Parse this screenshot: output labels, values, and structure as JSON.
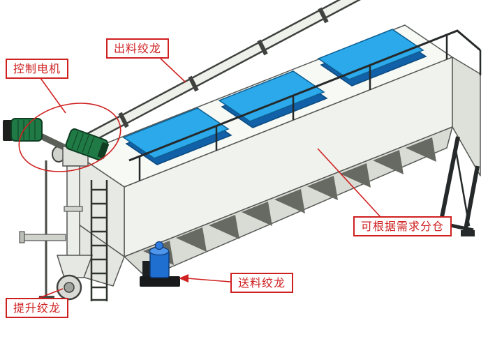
{
  "diagram": {
    "type": "technical-illustration",
    "subject": "bulk feed silo machine with augers",
    "callouts": {
      "control_motor": "控制电机",
      "discharge_auger": "出料绞龙",
      "compartment_note": "可根据需求分仓",
      "feed_auger": "送料绞龙",
      "lift_auger": "提升绞龙"
    },
    "colors": {
      "annotation_red": "#cf2020",
      "hatch_blue": "#2ba9ea",
      "hatch_blue_dark": "#1160a8",
      "motor_green": "#1f7a45",
      "pump_blue": "#1e6fd0",
      "body_light": "#f7f9f5",
      "body_mid": "#f0f2ee",
      "outline": "#565955"
    }
  }
}
